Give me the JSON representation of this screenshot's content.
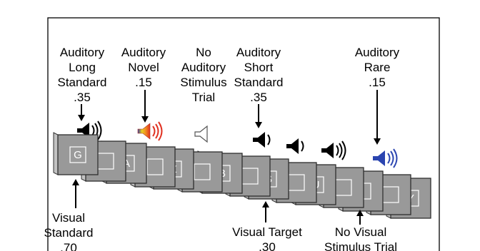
{
  "labels": {
    "long_standard": [
      "Auditory",
      "Long",
      "Standard",
      ".35"
    ],
    "novel": [
      "Auditory",
      "Novel",
      ".15"
    ],
    "no_auditory": [
      "No",
      "Auditory",
      "Stimulus",
      "Trial"
    ],
    "short_standard": [
      "Auditory",
      "Short",
      "Standard",
      ".35"
    ],
    "rare": [
      "Auditory",
      "Rare",
      ".15"
    ],
    "visual_standard": [
      "Visual",
      "Standard",
      ".70"
    ],
    "visual_target": [
      "Visual Target",
      ".30"
    ],
    "no_visual": [
      "No Visual",
      "Stimulus Trial"
    ]
  },
  "cards": [
    {
      "letter": "G"
    },
    {
      "letter": ""
    },
    {
      "letter": "A"
    },
    {
      "letter": ""
    },
    {
      "letter": "Z"
    },
    {
      "letter": ""
    },
    {
      "letter": "B"
    },
    {
      "letter": ""
    },
    {
      "letter": "S"
    },
    {
      "letter": ""
    },
    {
      "letter": "U"
    },
    {
      "letter": ""
    },
    {
      "letter": ""
    },
    {
      "letter": ""
    },
    {
      "letter": "Y"
    }
  ],
  "colors": {
    "standard_speaker": "#000000",
    "rare_speaker": "#2b45b0",
    "novel_speaker_stripes": [
      "#3a3aa0",
      "#e8d020",
      "#f08a20",
      "#e03020"
    ],
    "card_face": "#999999",
    "card_edge": "#c2c2c2"
  },
  "icons": [
    "speaker-loud-icon",
    "speaker-novel-icon",
    "speaker-muted-icon",
    "speaker-quiet-icon",
    "speaker-rare-icon"
  ]
}
